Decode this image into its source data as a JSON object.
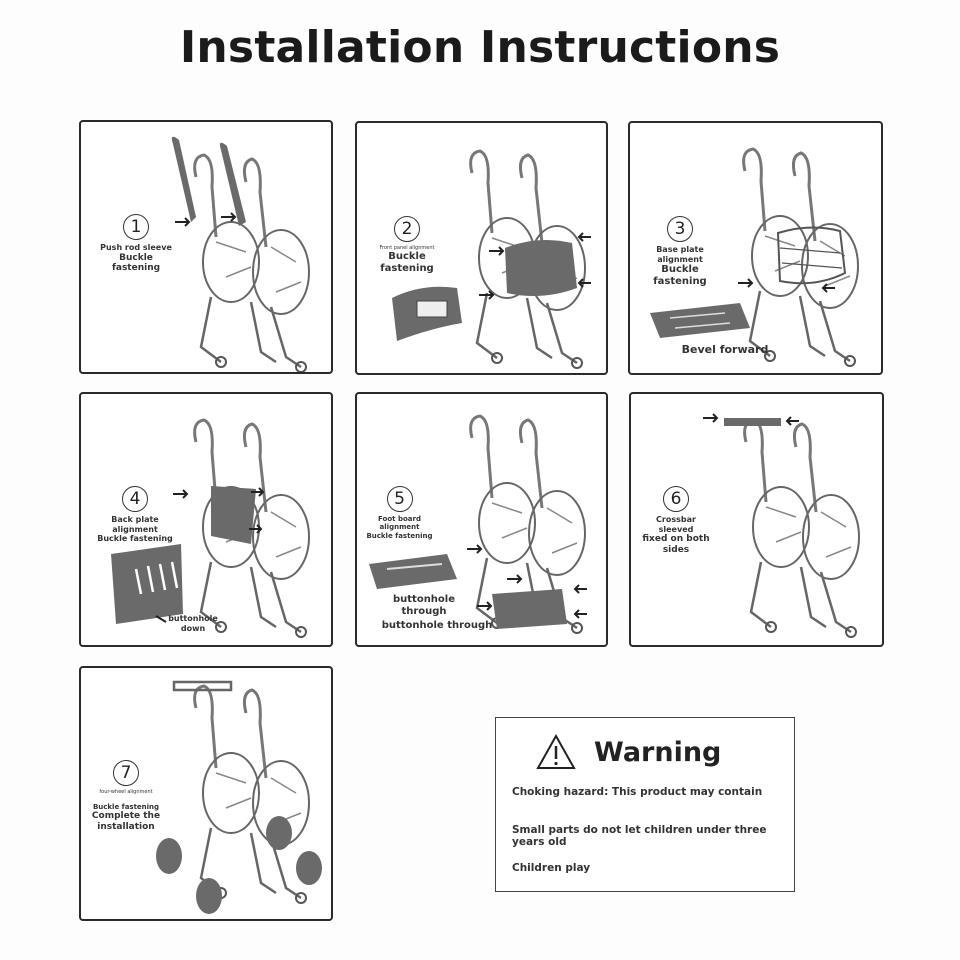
{
  "title": "Installation Instructions",
  "steps": [
    {
      "num": "1",
      "lines": [
        "Push rod sleeve",
        "Buckle",
        "fastening"
      ]
    },
    {
      "num": "2",
      "small": "Front panel alignment",
      "lines": [
        "Buckle",
        "fastening"
      ]
    },
    {
      "num": "3",
      "lines": [
        "Base plate",
        "alignment",
        "Buckle",
        "fastening"
      ],
      "extra": "Bevel forward"
    },
    {
      "num": "4",
      "lines": [
        "Back plate",
        "alignment",
        "Buckle fastening"
      ],
      "extra": "buttonhole\ndown"
    },
    {
      "num": "5",
      "lines": [
        "Foot board",
        "alignment",
        "Buckle fastening"
      ],
      "extra1": "buttonhole",
      "extra2": "through",
      "extra3": "buttonhole through"
    },
    {
      "num": "6",
      "lines": [
        "Crossbar",
        "sleeved",
        "fixed on both",
        "sides"
      ]
    },
    {
      "num": "7",
      "small": "four-wheel alignment",
      "lines": [
        "Buckle fastening",
        "Complete the",
        "installation"
      ]
    }
  ],
  "warning": {
    "icon": "warning-triangle-icon",
    "title": "Warning",
    "lines": [
      "Choking hazard: This product may contain",
      "Small parts do not let children under three years old",
      "Children play"
    ]
  },
  "colors": {
    "frame": "#2a2a2a",
    "part_fill": "#6a6a6a",
    "line": "#555555"
  }
}
